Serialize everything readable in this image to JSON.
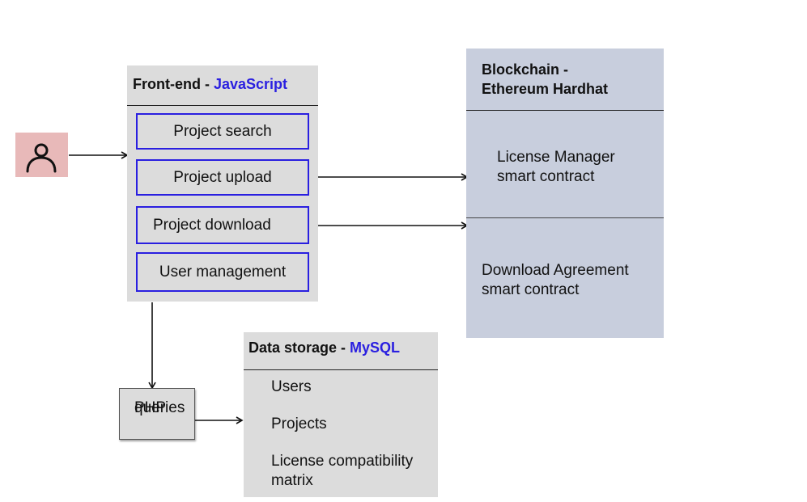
{
  "frontend": {
    "title_prefix": "Front-end - ",
    "title_tech": "JavaScript",
    "buttons": [
      "Project search",
      "Project upload",
      "Project download",
      "User management"
    ]
  },
  "blockchain": {
    "title_line1": "Blockchain -",
    "title_line2": "Ethereum Hardhat",
    "contract1_line1": "License Manager",
    "contract1_line2": "smart contract",
    "contract2_line1": "Download Agreement",
    "contract2_line2": "smart contract"
  },
  "storage": {
    "title_prefix": "Data storage - ",
    "title_tech": "MySQL",
    "items": [
      "Users",
      "Projects"
    ],
    "matrix_line1": "License compatibility",
    "matrix_line2": "matrix"
  },
  "php": {
    "line1": "PHP",
    "line2": "queries"
  },
  "colors": {
    "accent": "#2a1fe0",
    "user_bg": "#e8b9b9",
    "blockchain_bg": "#c8cedd",
    "panel_bg": "#dcdcdc"
  },
  "icons": {
    "user": "person-icon"
  }
}
